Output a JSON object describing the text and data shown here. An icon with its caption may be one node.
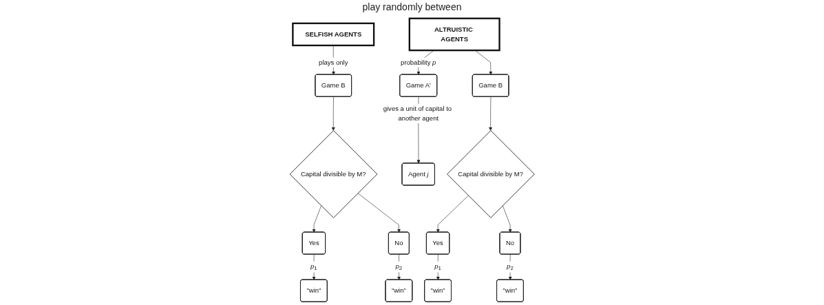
{
  "diagram": {
    "nodes": [
      {
        "text": [
          "SELFISH AGENTS"
        ]
      },
      {
        "text": [
          "Game B"
        ]
      },
      {
        "text": [
          "Capital divisible by M?"
        ]
      },
      {
        "text": [
          "Yes"
        ]
      },
      {
        "text": [
          "No"
        ]
      },
      {
        "text": [
          "\"win\""
        ]
      },
      {
        "text": [
          "\"win\""
        ]
      },
      {
        "text": [
          "ALTRUISTIC AGENTS"
        ]
      },
      {
        "text": [
          "Game A'"
        ]
      },
      {
        "text": [
          "Game B"
        ]
      },
      {
        "text": [
          "Agent *j*"
        ]
      },
      {
        "text": [
          "Capital divisible by M?"
        ]
      },
      {
        "text": [
          "Yes"
        ]
      },
      {
        "text": [
          "No"
        ]
      },
      {
        "text": [
          "\"win\""
        ]
      },
      {
        "text": [
          "\"win\""
        ]
      }
    ],
    "edges": [
      {
        "from": 0,
        "to": 1,
        "arrow": "to",
        "label": "plays only"
      },
      {
        "from": 1,
        "to": 2,
        "arrow": "to"
      },
      {
        "from": 2,
        "to": 3,
        "arrow": "to"
      },
      {
        "from": 2,
        "to": 4,
        "arrow": "to"
      },
      {
        "from": 3,
        "to": 5,
        "arrow": "to",
        "label": "*p*$_{1}$"
      },
      {
        "from": 4,
        "to": 6,
        "arrow": "to",
        "label": "*p*$_{2}$"
      },
      {
        "from": 7,
        "to": 8,
        "arrow": "to",
        "label": "probability *p*"
      },
      {
        "from": 7,
        "to": 9,
        "arrow": "to"
      },
      {
        "from": 8,
        "to": 10,
        "arrow": "to",
        "label": "gives a unit of capital to another agent"
      },
      {
        "from": 9,
        "to": 11,
        "arrow": "to"
      },
      {
        "from": 11,
        "to": 12,
        "arrow": "to"
      },
      {
        "from": 11,
        "to": 13,
        "arrow": "to"
      },
      {
        "from": 12,
        "to": 14,
        "arrow": "to",
        "label": "*p*$_{1}$"
      },
      {
        "from": 13,
        "to": 15,
        "arrow": "to",
        "label": "*p*$_{2}$"
      }
    ],
    "labels": [
      "play randomly between"
    ]
  }
}
